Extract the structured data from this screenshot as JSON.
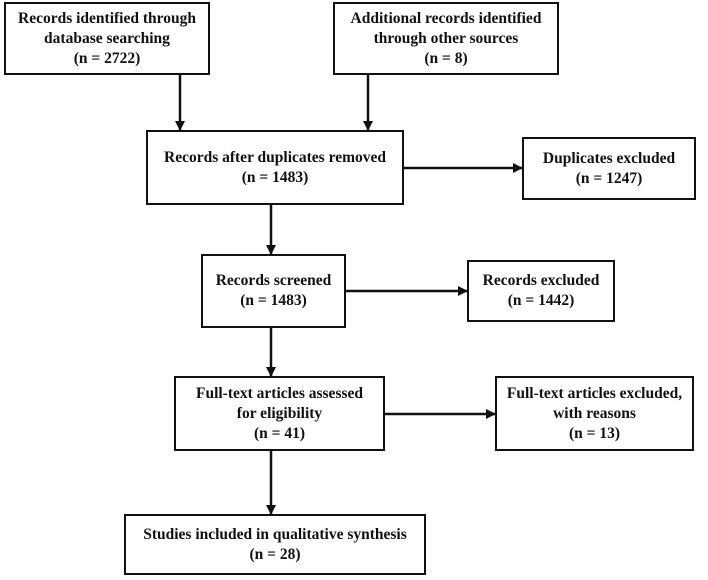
{
  "boxes": {
    "identified_db": {
      "lines": [
        "Records identified through",
        "database searching",
        "(n = 2722)"
      ]
    },
    "identified_other": {
      "lines": [
        "Additional records identified",
        "through other sources",
        "(n = 8)"
      ]
    },
    "after_duplicates": {
      "lines": [
        "Records after duplicates removed",
        "(n = 1483)"
      ]
    },
    "duplicates_excluded": {
      "lines": [
        "Duplicates excluded",
        "(n = 1247)"
      ]
    },
    "screened": {
      "lines": [
        "Records screened",
        "(n = 1483)"
      ]
    },
    "records_excluded": {
      "lines": [
        "Records excluded",
        "(n = 1442)"
      ]
    },
    "fulltext_assessed": {
      "lines": [
        "Full-text articles assessed",
        "for eligibility",
        "(n = 41)"
      ]
    },
    "fulltext_excluded": {
      "lines": [
        "Full-text articles excluded,",
        "with reasons",
        "(n = 13)"
      ]
    },
    "included": {
      "lines": [
        "Studies included in qualitative synthesis",
        "(n = 28)"
      ]
    }
  },
  "colors": {
    "stroke": "#111111",
    "background": "#ffffff"
  }
}
